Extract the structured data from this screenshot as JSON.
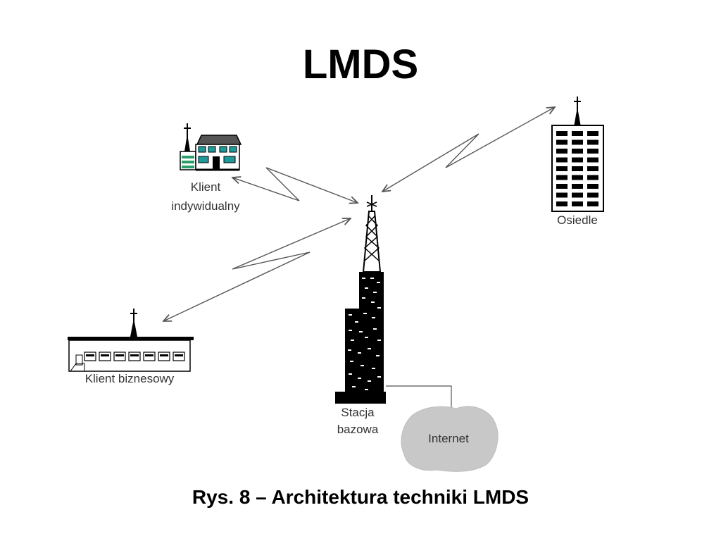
{
  "title": "LMDS",
  "caption": "Rys. 8 – Architektura techniki LMDS",
  "nodes": {
    "individual_client": {
      "line1": "Klient",
      "line2": "indywidualny"
    },
    "estate": {
      "label": "Osiedle"
    },
    "business_client": {
      "label": "Klient biznesowy"
    },
    "base_station": {
      "line1": "Stacja",
      "line2": "bazowa"
    },
    "internet": {
      "label": "Internet"
    }
  },
  "colors": {
    "line": "#555555",
    "cloud": "#c8c8c8",
    "house_accent": "#2a9d6a"
  }
}
